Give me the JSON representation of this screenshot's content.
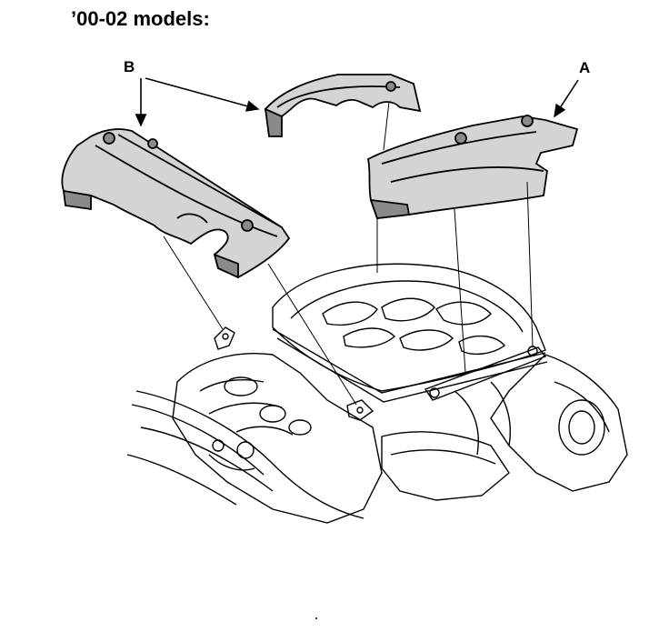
{
  "heading": "’00-02 models:",
  "labels": {
    "a": "A",
    "b": "B"
  },
  "colors": {
    "ink": "#000000",
    "cover_fill": "#d4d4d4",
    "cover_dark": "#8a8a8a",
    "background": "#ffffff"
  }
}
